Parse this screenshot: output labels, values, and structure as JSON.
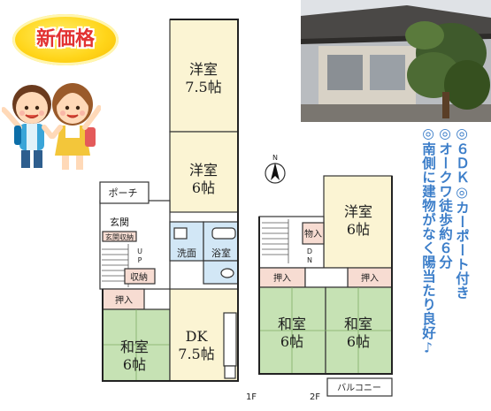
{
  "badge": {
    "text": "新価格"
  },
  "features": [
    "◎６ＤＫ◎カーポート付き",
    "◎オークワ徒歩約６分",
    "◎南側に建物がなく陽当たり良好♪"
  ],
  "floor1": {
    "label": "1F",
    "rooms": {
      "western_top": {
        "name": "洋室",
        "size": "7.5帖"
      },
      "western_mid": {
        "name": "洋室",
        "size": "6帖"
      },
      "porch": "ポーチ",
      "entrance": "玄関",
      "shoe_storage": "玄関収納",
      "stairs_up": "U\nP",
      "storage": "収納",
      "closet": "押入",
      "washroom": "洗面",
      "bathroom": "浴室",
      "japanese": {
        "name": "和室",
        "size": "6帖"
      },
      "dk": {
        "name": "DK",
        "size": "7.5帖"
      }
    }
  },
  "floor2": {
    "label": "2F",
    "rooms": {
      "western": {
        "name": "洋室",
        "size": "6帖"
      },
      "storage": "物入",
      "stairs_down": "D\nN",
      "closet_left": "押入",
      "closet_right": "押入",
      "japanese_left": {
        "name": "和室",
        "size": "6帖"
      },
      "japanese_right": {
        "name": "和室",
        "size": "6帖"
      },
      "balcony": "バルコニー"
    }
  },
  "compass": {
    "north": "N"
  },
  "colors": {
    "western_room": "#fbf4d3",
    "japanese_room": "#c6e2b4",
    "wet_area": "#d2e7f6",
    "closet": "#f7dcd2",
    "feature_text": "#3c7ec9",
    "badge_text": "#e23232",
    "badge_fill": "#ffd51a"
  }
}
